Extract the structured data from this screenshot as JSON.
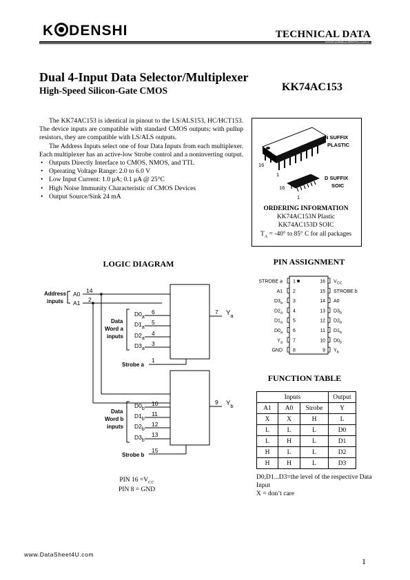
{
  "header": {
    "logo_left": "K",
    "logo_right": "DENSHI",
    "tech_label": "TECHNICAL DATA",
    "watermark": "www.DataSheet4U.com"
  },
  "title": "Dual 4-Input Data Selector/Multiplexer",
  "subtitle": "High-Speed Silicon-Gate CMOS",
  "part_number": "KK74AC153",
  "description": {
    "p1": "The KK74AC153 is identical in pinout to the LS/ALS153, HC/HCT153. The device inputs are compatible with standard CMOS outputs; with pullup resistors, they are compatible with LS/ALS outputs.",
    "p2": "The Address Inputs select one of four Data Inputs from each multiplexer. Each multiplexer has an active-low Strobe control and a noninverting output.",
    "bullets": [
      "Outputs Directly Interface to CMOS, NMOS, and TTL",
      "Operating Voltage Range: 2.0 to 6.0 V",
      "Low Input Current: 1.0 μA; 0.1 μA @ 25°C",
      "High Noise Immunity Characteristic of CMOS Devices",
      "Output Source/Sink 24 mA"
    ]
  },
  "packages": {
    "n_suffix": "N SUFFIX",
    "n_type": "PLASTIC",
    "d_suffix": "D SUFFIX",
    "d_type": "SOIC",
    "pin16_n": "16",
    "pin1_n": "1",
    "pin16_d": "16",
    "pin1_d": "1"
  },
  "ordering": {
    "title": "ORDERING INFORMATION",
    "line1": "KK74AC153N Plastic",
    "line2": "KK74AC153D SOIC",
    "ta_prefix": "T",
    "ta_sub": "A",
    "ta_rest": " = -40° to 85° C for all packages"
  },
  "logic": {
    "title": "LOGIC DIAGRAM",
    "address_label": "Address inputs",
    "a0": "A0",
    "a1": "A1",
    "pin_a0": "14",
    "pin_a1": "2",
    "word_a_label": "Data Word a inputs",
    "word_b_label": "Data Word b inputs",
    "a_inputs": [
      {
        "name": "D0",
        "sub": "a",
        "pin": "6"
      },
      {
        "name": "D1",
        "sub": "a",
        "pin": "5"
      },
      {
        "name": "D2",
        "sub": "a",
        "pin": "4"
      },
      {
        "name": "D3",
        "sub": "a",
        "pin": "3"
      }
    ],
    "b_inputs": [
      {
        "name": "D0",
        "sub": "b",
        "pin": "10"
      },
      {
        "name": "D1",
        "sub": "b",
        "pin": "11"
      },
      {
        "name": "D2",
        "sub": "b",
        "pin": "12"
      },
      {
        "name": "D3",
        "sub": "b",
        "pin": "13"
      }
    ],
    "strobe_a": "Strobe a",
    "strobe_a_pin": "1",
    "strobe_b": "Strobe b",
    "strobe_b_pin": "15",
    "out_a": "Y",
    "out_a_sub": "a",
    "out_a_pin": "7",
    "out_b": "Y",
    "out_b_sub": "b",
    "out_b_pin": "9",
    "pin16": "PIN 16 =V",
    "pin16_sub": "CC",
    "pin8": "PIN 8 = GND"
  },
  "pin_assignment": {
    "title": "PIN ASSIGNMENT",
    "left": [
      {
        "label": "STROBE a",
        "num": "1"
      },
      {
        "label": "A1",
        "num": "2"
      },
      {
        "label": "D3a",
        "num": "3"
      },
      {
        "label": "D2a",
        "num": "4"
      },
      {
        "label": "D1a",
        "num": "5"
      },
      {
        "label": "D0a",
        "num": "6"
      },
      {
        "label": "Ya",
        "num": "7"
      },
      {
        "label": "GND",
        "num": "8"
      }
    ],
    "right": [
      {
        "label": "VCC",
        "num": "16"
      },
      {
        "label": "STROBE b",
        "num": "15"
      },
      {
        "label": "A0",
        "num": "14"
      },
      {
        "label": "D3b",
        "num": "13"
      },
      {
        "label": "D2b",
        "num": "12"
      },
      {
        "label": "D1b",
        "num": "11"
      },
      {
        "label": "D0b",
        "num": "10"
      },
      {
        "label": "Yb",
        "num": "9"
      }
    ]
  },
  "function_table": {
    "title": "FUNCTION TABLE",
    "group_inputs": "Inputs",
    "group_output": "Output",
    "headers": [
      "A1",
      "A0",
      "Strobe",
      "Y"
    ],
    "rows": [
      [
        "X",
        "X",
        "H",
        "L"
      ],
      [
        "L",
        "L",
        "L",
        "D0"
      ],
      [
        "L",
        "H",
        "L",
        "D1"
      ],
      [
        "H",
        "L",
        "L",
        "D2"
      ],
      [
        "H",
        "H",
        "L",
        "D3"
      ]
    ],
    "note1": "D0,D1...D3=the level of the respective Data Input",
    "note2": "X = don’t care"
  },
  "footer": {
    "site": "www.DataSheet4U.com",
    "page": "1"
  }
}
